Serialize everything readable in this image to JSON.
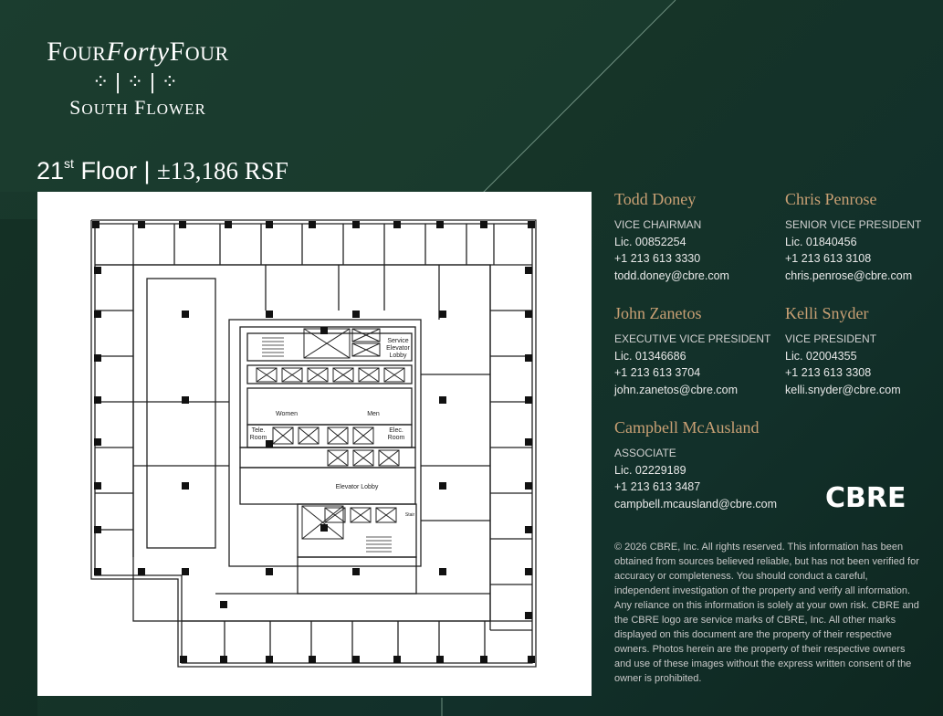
{
  "logo": {
    "line1_a": "F",
    "line1_b": "OUR",
    "line1_c": "Forty",
    "line1_d": "F",
    "line1_e": "OUR",
    "marks": "⁘|⁘|⁘",
    "line3_a": "S",
    "line3_b": "OUTH",
    "line3_c": " F",
    "line3_d": "LOWER"
  },
  "floor": {
    "number": "21",
    "suffix": "st",
    "label": " Floor | ",
    "rsf": "±13,186 RSF"
  },
  "plan_labels": {
    "service_lobby_1": "Service",
    "service_lobby_2": "Elevator",
    "service_lobby_3": "Lobby",
    "women": "Women",
    "men": "Men",
    "tele_1": "Tele.",
    "tele_2": "Room",
    "elec_1": "Elec.",
    "elec_2": "Room",
    "elevator_lobby": "Elevator Lobby",
    "stair_label": "Stair"
  },
  "contacts": [
    {
      "name": "Todd Doney",
      "title": "VICE CHAIRMAN",
      "lic": "Lic. 00852254",
      "phone": "+1 213 613 3330",
      "email": "todd.doney@cbre.com"
    },
    {
      "name": "Chris Penrose",
      "title": "SENIOR VICE PRESIDENT",
      "lic": "Lic. 01840456",
      "phone": "+1 213 613 3108",
      "email": "chris.penrose@cbre.com"
    },
    {
      "name": "John Zanetos",
      "title": "EXECUTIVE VICE PRESIDENT",
      "lic": "Lic. 01346686",
      "phone": "+1 213 613 3704",
      "email": "john.zanetos@cbre.com"
    },
    {
      "name": "Kelli Snyder",
      "title": "VICE PRESIDENT",
      "lic": "Lic. 02004355",
      "phone": "+1 213 613 3308",
      "email": "kelli.snyder@cbre.com"
    },
    {
      "name": "Campbell McAusland",
      "title": "ASSOCIATE",
      "lic": "Lic. 02229189",
      "phone": "+1 213 613 3487",
      "email": "campbell.mcausland@cbre.com"
    }
  ],
  "brand": {
    "cbre": "CBRE"
  },
  "disclaimer": "© 2026 CBRE, Inc. All rights reserved. This information has been obtained from sources believed reliable, but has not been verified for accuracy or completeness. You should conduct a careful, independent investigation of the property and verify all information. Any reliance on this information is solely at your own risk. CBRE and the CBRE logo are service marks of CBRE, Inc. All other marks displayed on this document are the property of their respective owners. Photos herein are the property of their respective owners and use of these images without the express written consent of the owner is prohibited.",
  "colors": {
    "background": "#163428",
    "accent_name": "#c9a074",
    "plan_bg": "#ffffff"
  }
}
